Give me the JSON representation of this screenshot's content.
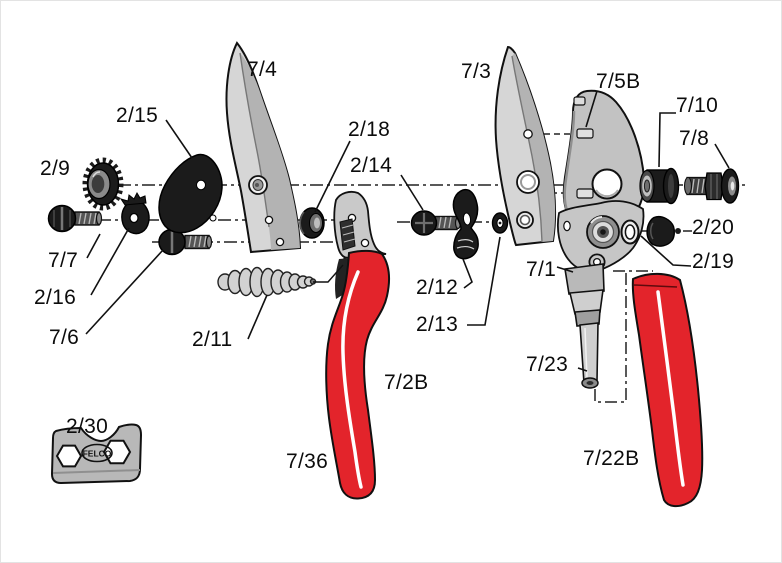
{
  "diagram": {
    "type": "exploded-parts-diagram",
    "brand": "FELCO",
    "labels": [
      "2/9",
      "2/15",
      "7/4",
      "7/7",
      "2/16",
      "7/6",
      "2/11",
      "2/30",
      "7/36",
      "7/2B",
      "2/18",
      "2/14",
      "2/12",
      "2/13",
      "7/3",
      "7/5B",
      "7/10",
      "7/8",
      "2/20",
      "2/19",
      "7/1",
      "7/23",
      "7/22B"
    ],
    "colors": {
      "handle_red": "#e3242b",
      "metal_light": "#d6d6d6",
      "metal_mid": "#b3b3b3",
      "black_part": "#1b1b1b",
      "line": "#111111",
      "background": "#ffffff"
    }
  }
}
